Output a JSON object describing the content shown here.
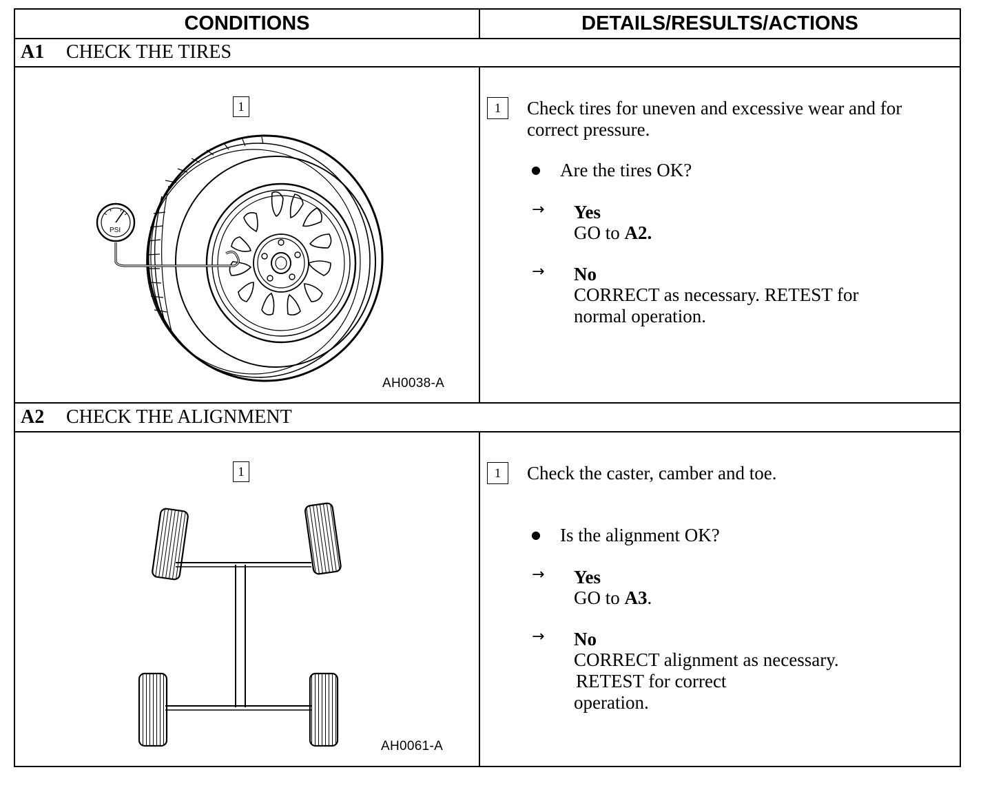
{
  "table": {
    "col_conditions": "CONDITIONS",
    "col_details": "DETAILS/RESULTS/ACTIONS"
  },
  "steps": [
    {
      "code": "A1",
      "title": "CHECK THE TIRES",
      "figure_step_number": "1",
      "figure_id": "AH0038-A",
      "figure_icon": "tire-pressure-gauge-illustration",
      "gauge_label": "PSI",
      "detail_step_number": "1",
      "instruction_line1": "Check tires for uneven and excessive wear and for",
      "instruction_line2": "correct pressure.",
      "question": "Are the tires OK?",
      "yes_label": "Yes",
      "yes_action_prefix": "GO to ",
      "yes_action_target": "A2",
      "yes_action_suffix": ".",
      "no_label": "No",
      "no_action_line1": "CORRECT as necessary. RETEST for",
      "no_action_line2": "normal operation."
    },
    {
      "code": "A2",
      "title": "CHECK THE ALIGNMENT",
      "figure_step_number": "1",
      "figure_id": "AH0061-A",
      "figure_icon": "wheel-alignment-illustration",
      "detail_step_number": "1",
      "instruction_line1": "Check the caster, camber and toe.",
      "question": "Is the alignment OK?",
      "yes_label": "Yes",
      "yes_action_prefix": "GO to ",
      "yes_action_target": "A3",
      "yes_action_suffix": ".",
      "no_label": "No",
      "no_action_line1": "CORRECT alignment as necessary.",
      "no_action_line2": "RETEST for correct",
      "no_action_line3": "operation."
    }
  ]
}
